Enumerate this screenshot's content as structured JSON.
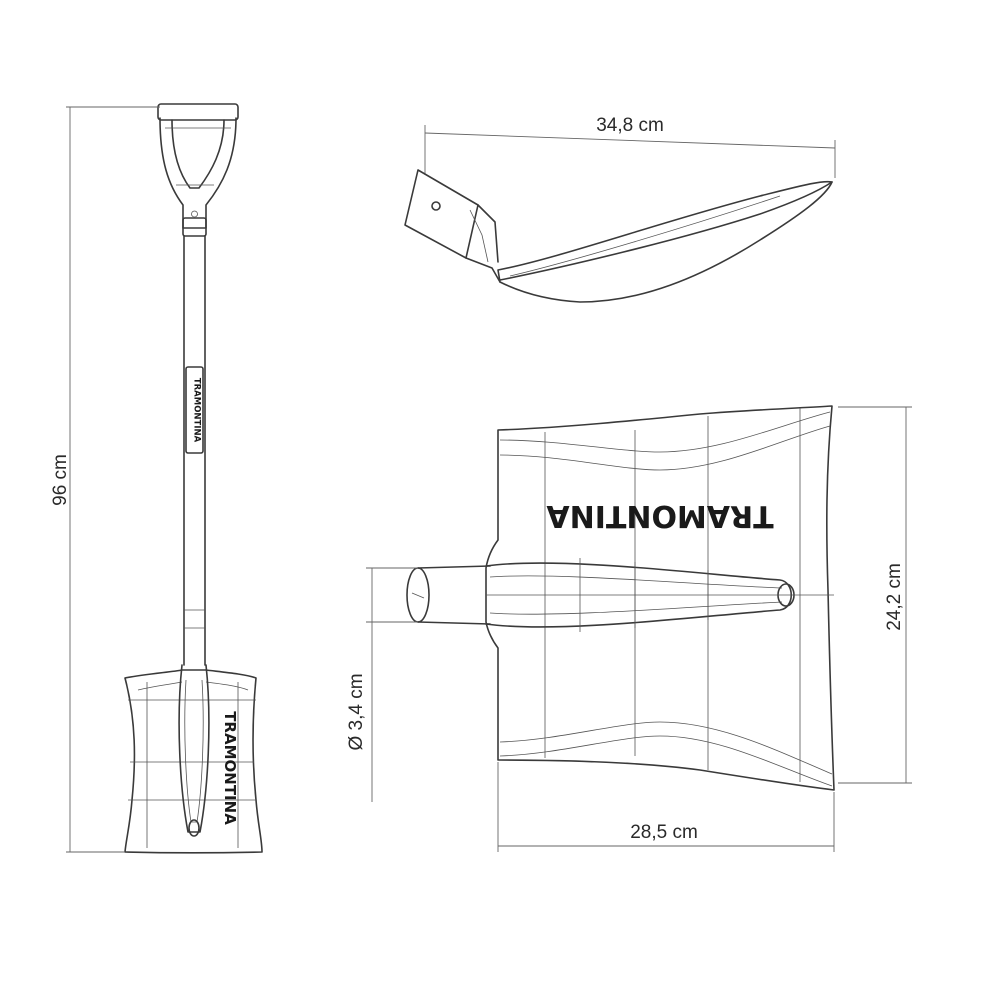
{
  "brand": {
    "name": "TRAMONTINA"
  },
  "dimensions": {
    "total_length": "96 cm",
    "blade_length": "34,8 cm",
    "blade_height": "24,2 cm",
    "handle_diameter": "Ø 3,4 cm",
    "blade_width": "28,5 cm"
  }
}
